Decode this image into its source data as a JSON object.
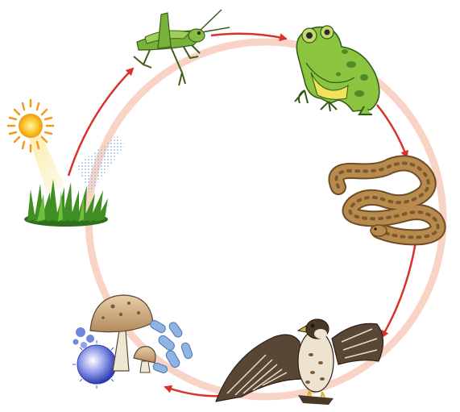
{
  "diagram": {
    "kind": "food-chain-cycle",
    "nodes": [
      {
        "id": "sun-and-grass",
        "icon": "sun-grass-icon"
      },
      {
        "id": "grasshopper",
        "icon": "grasshopper-icon"
      },
      {
        "id": "frog",
        "icon": "frog-icon"
      },
      {
        "id": "snake",
        "icon": "snake-icon"
      },
      {
        "id": "hawk",
        "icon": "hawk-icon"
      },
      {
        "id": "decomposers",
        "icon": "mushroom-bacteria-icon"
      }
    ],
    "arrows": [
      {
        "from": "sun-and-grass",
        "to": "grasshopper"
      },
      {
        "from": "grasshopper",
        "to": "frog"
      },
      {
        "from": "frog",
        "to": "snake"
      },
      {
        "from": "snake",
        "to": "hawk"
      },
      {
        "from": "hawk",
        "to": "decomposers"
      }
    ],
    "colors": {
      "ring": "#f9d3c6",
      "arrow": "#d8322b",
      "sun": "#f7b21c",
      "grass": "#3f8f24",
      "grasshopper": "#79b23a",
      "frog": "#8bc43f",
      "snake": "#b98a4e",
      "hawk": "#5a4634",
      "mushroom": "#c9a37e",
      "bacteria": "#8fb4e4"
    }
  }
}
